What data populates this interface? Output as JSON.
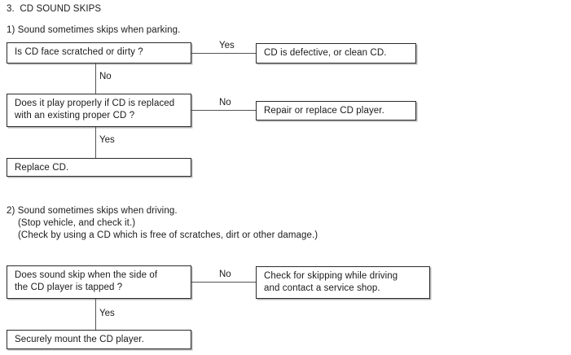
{
  "document": {
    "title": "3.  CD SOUND SKIPS",
    "section1": {
      "heading": "1) Sound sometimes skips when parking.",
      "nodes": {
        "q1": "Is CD face scratched or dirty ?",
        "a1_yes": "CD is defective, or clean CD.",
        "q2": "Does it play properly if CD is replaced\nwith an existing proper CD ?",
        "a2_no": "Repair or replace CD player.",
        "a2_yes": "Replace CD."
      },
      "edges": {
        "q1_yes": "Yes",
        "q1_no": "No",
        "q2_no": "No",
        "q2_yes": "Yes"
      }
    },
    "section2": {
      "heading_line1": "2) Sound sometimes skips when driving.",
      "heading_line2": "(Stop vehicle, and check it.)",
      "heading_line3": "(Check by using a CD which is free of scratches, dirt or other damage.)",
      "nodes": {
        "q3": "Does sound skip when the side of\nthe CD player is tapped ?",
        "a3_no": "Check for skipping while driving\nand contact a service shop.",
        "a3_yes": "Securely mount the CD player."
      },
      "edges": {
        "q3_no": "No",
        "q3_yes": "Yes"
      }
    },
    "colors": {
      "background": "#ffffff",
      "text": "#1a1a1a",
      "box_border": "#2b2b2b",
      "box_shadow": "#b8b8b8",
      "connector": "#555555"
    }
  }
}
